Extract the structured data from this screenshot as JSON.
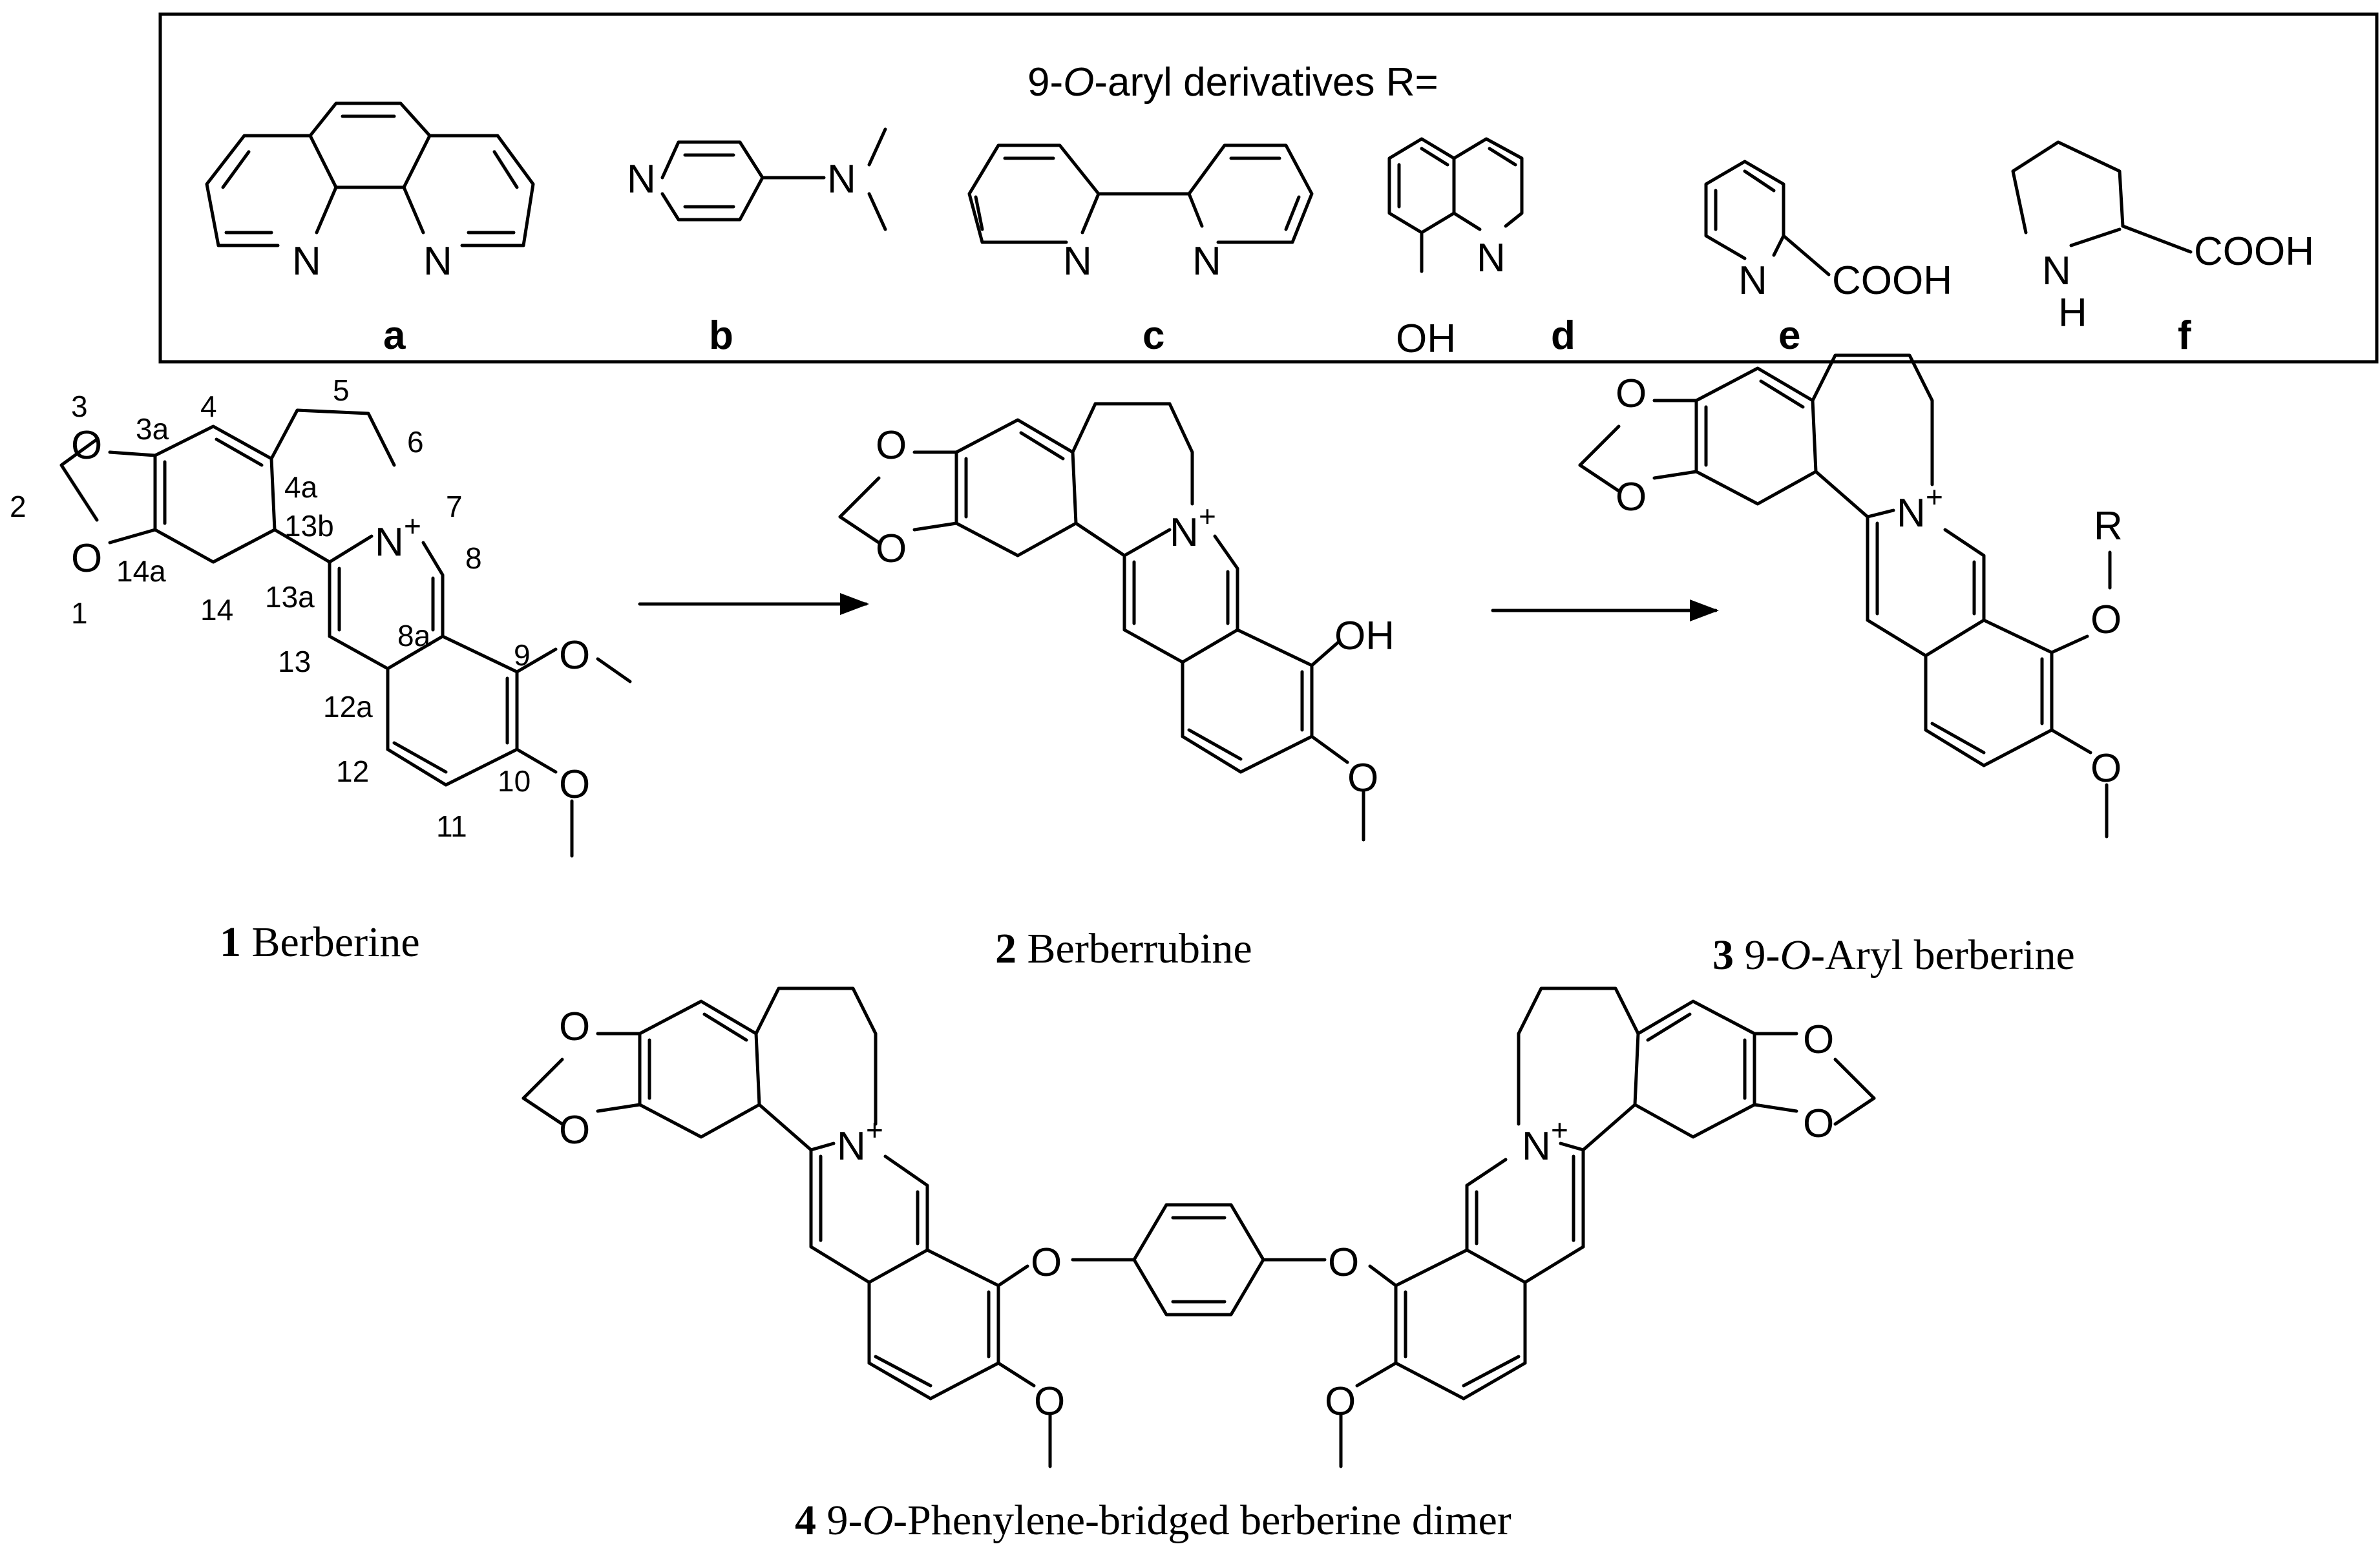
{
  "panel": {
    "header_prefix": "9-",
    "header_italic": "O",
    "header_suffix": "-aryl derivatives R=",
    "substituents": [
      {
        "letter": "a"
      },
      {
        "letter": "b"
      },
      {
        "letter": "c"
      },
      {
        "letter": "d"
      },
      {
        "letter": "e"
      },
      {
        "letter": "f"
      }
    ]
  },
  "atoms": {
    "N": "N",
    "O": "O",
    "OH": "OH",
    "R": "R",
    "COOH": "COOH",
    "H": "H",
    "plus": "+"
  },
  "locants": {
    "n1": "1",
    "n2": "2",
    "n3": "3",
    "n3a": "3a",
    "n4": "4",
    "n4a": "4a",
    "n5": "5",
    "n6": "6",
    "n7": "7",
    "n8": "8",
    "n8a": "8a",
    "n9": "9",
    "n10": "10",
    "n11": "11",
    "n12": "12",
    "n12a": "12a",
    "n13": "13",
    "n13a": "13a",
    "n13b": "13b",
    "n14": "14",
    "n14a": "14a"
  },
  "compounds": [
    {
      "number": "1",
      "name": "Berberine"
    },
    {
      "number": "2",
      "name": "Berberrubine"
    },
    {
      "number": "3",
      "name_prefix": "9-",
      "name_italic": "O",
      "name_suffix": "-Aryl berberine"
    },
    {
      "number": "4",
      "name_prefix": "9-",
      "name_italic": "O",
      "name_suffix": "-Phenylene-bridged berberine dimer"
    }
  ]
}
